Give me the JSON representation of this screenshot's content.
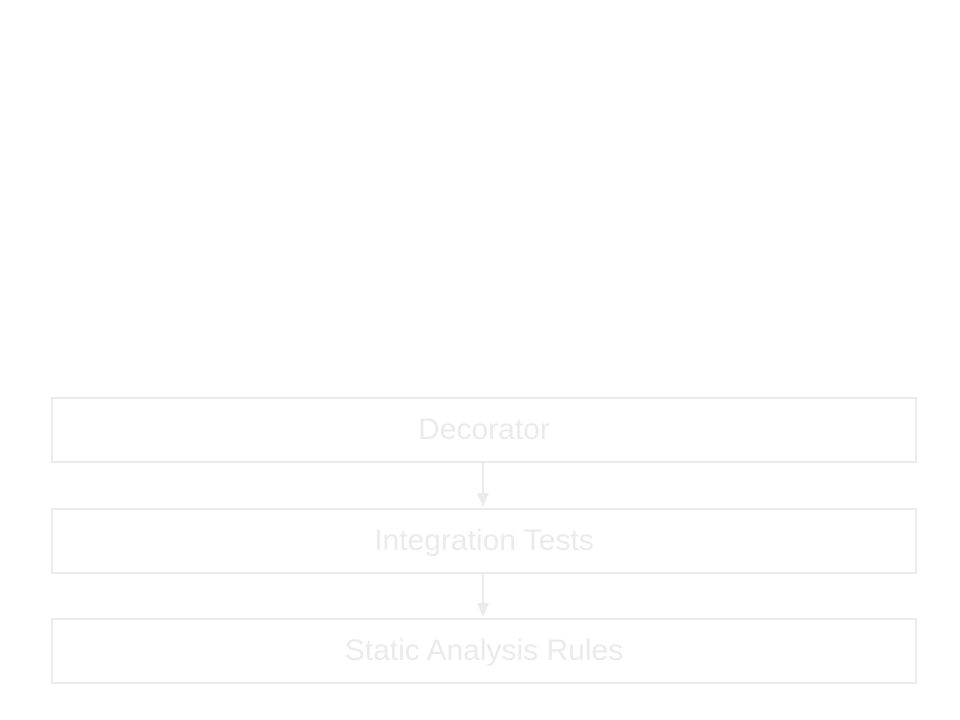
{
  "diagram": {
    "type": "flowchart",
    "direction": "top-to-bottom",
    "colors": {
      "background": "#ffffff",
      "stroke": "#ebebeb",
      "text": "#ebebeb"
    },
    "nodes": [
      {
        "id": "decorator",
        "label": "Decorator"
      },
      {
        "id": "integration-tests",
        "label": "Integration Tests"
      },
      {
        "id": "static-analysis-rules",
        "label": "Static Analysis Rules"
      }
    ],
    "edges": [
      {
        "from": "decorator",
        "to": "integration-tests"
      },
      {
        "from": "integration-tests",
        "to": "static-analysis-rules"
      }
    ]
  }
}
